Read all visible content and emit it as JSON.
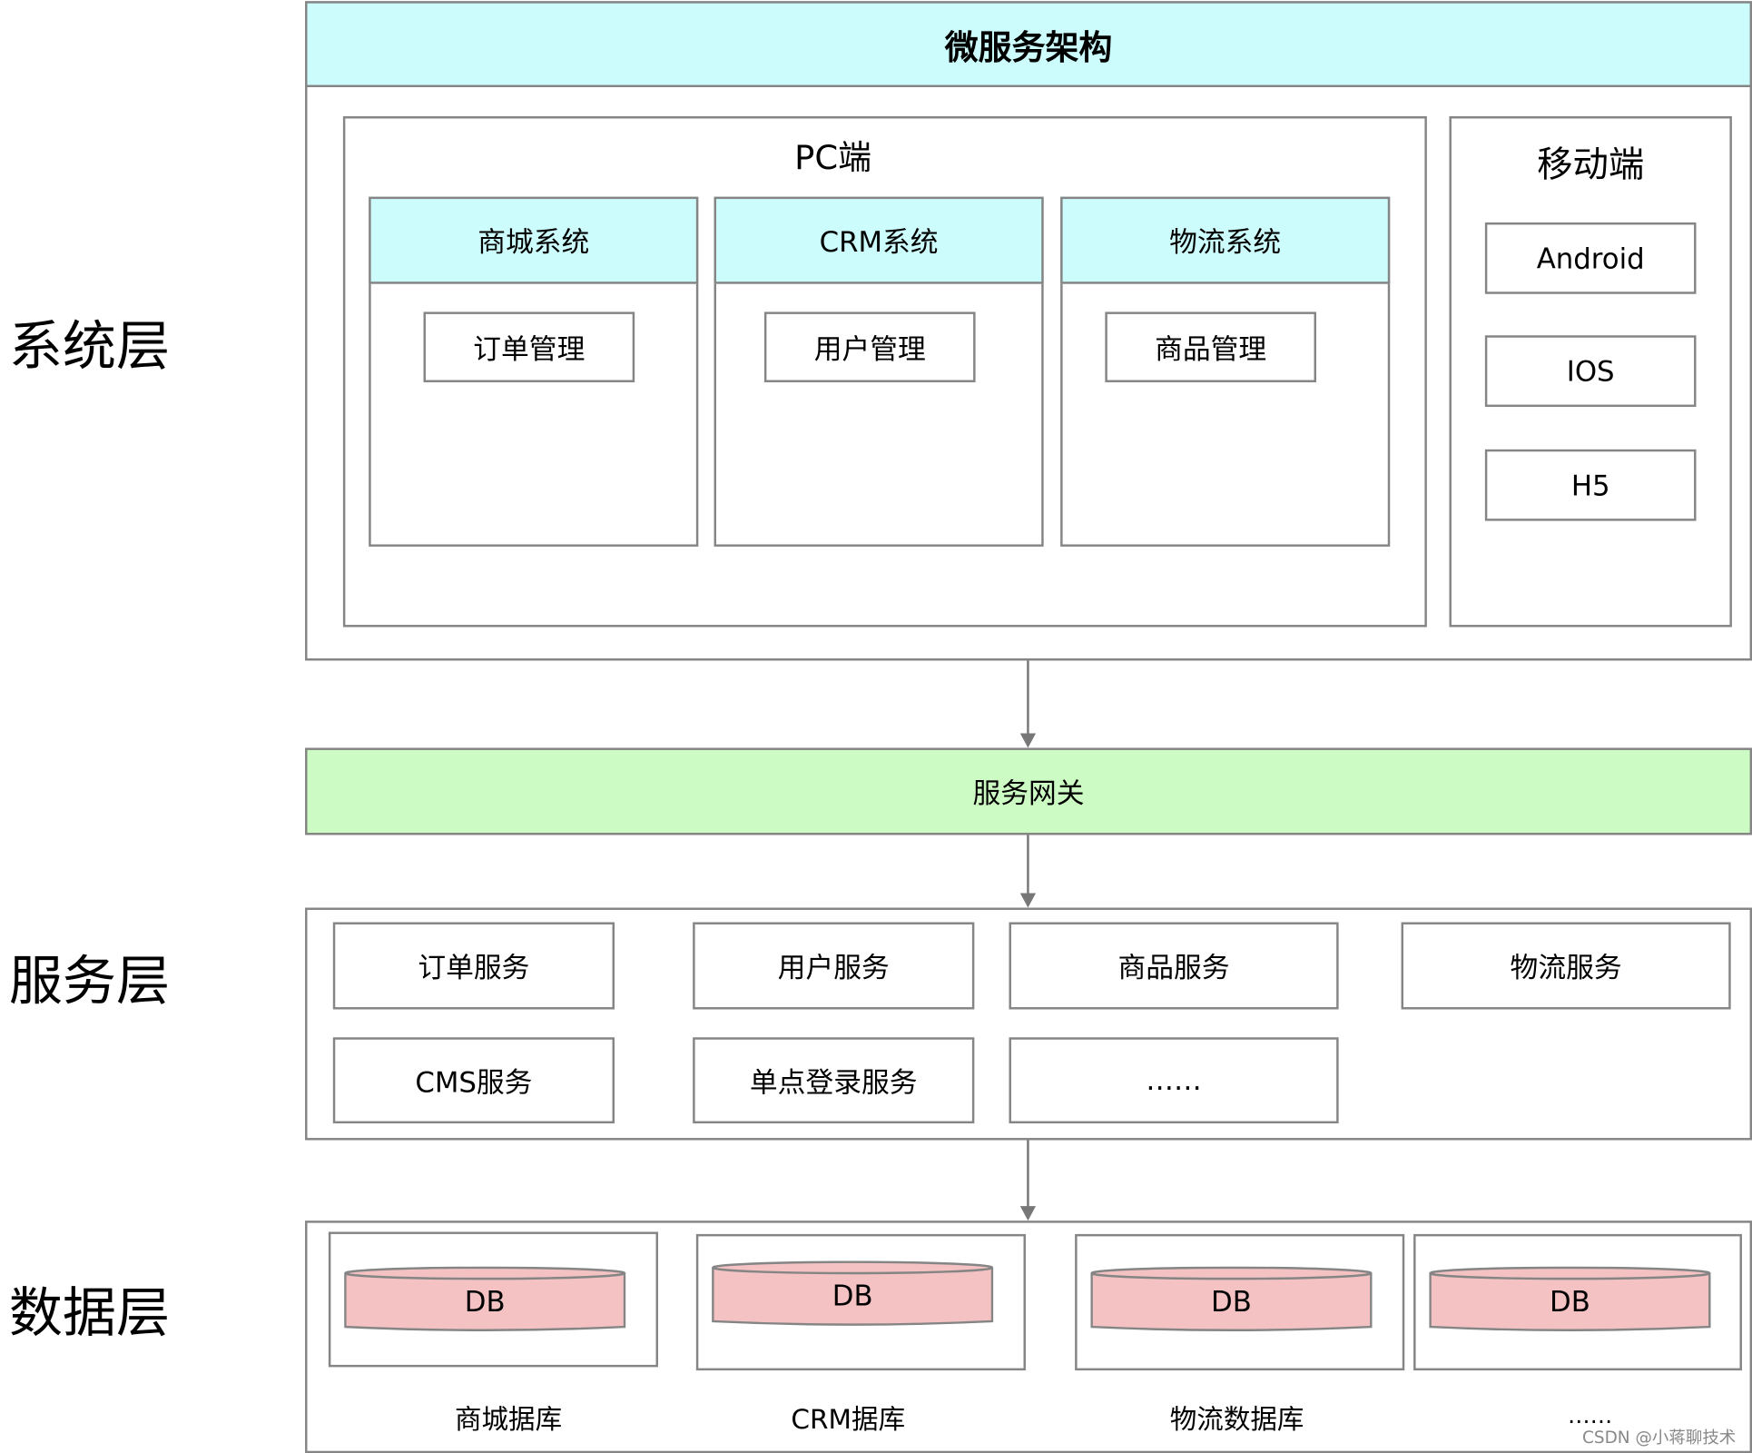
{
  "layers": {
    "system": "系统层",
    "service": "服务层",
    "data": "数据层"
  },
  "top": {
    "title": "微服务架构",
    "pc": {
      "title": "PC端",
      "systems": [
        {
          "title": "商城系统",
          "module": "订单管理"
        },
        {
          "title": "CRM系统",
          "module": "用户管理"
        },
        {
          "title": "物流系统",
          "module": "商品管理"
        }
      ]
    },
    "mobile": {
      "title": "移动端",
      "items": [
        "Android",
        "IOS",
        "H5"
      ]
    }
  },
  "gateway": "服务网关",
  "services": [
    "订单服务",
    "用户服务",
    "商品服务",
    "物流服务",
    "CMS服务",
    "单点登录服务",
    "……"
  ],
  "databases": {
    "db_label": "DB",
    "labels": [
      "商城据库",
      "CRM据库",
      "物流数据库",
      "……"
    ]
  },
  "watermark": "CSDN @小蒋聊技术",
  "colors": {
    "header": "#ccfcfc",
    "gateway": "#ccfcc4",
    "db": "#f4c2c2",
    "border": "#858585"
  }
}
